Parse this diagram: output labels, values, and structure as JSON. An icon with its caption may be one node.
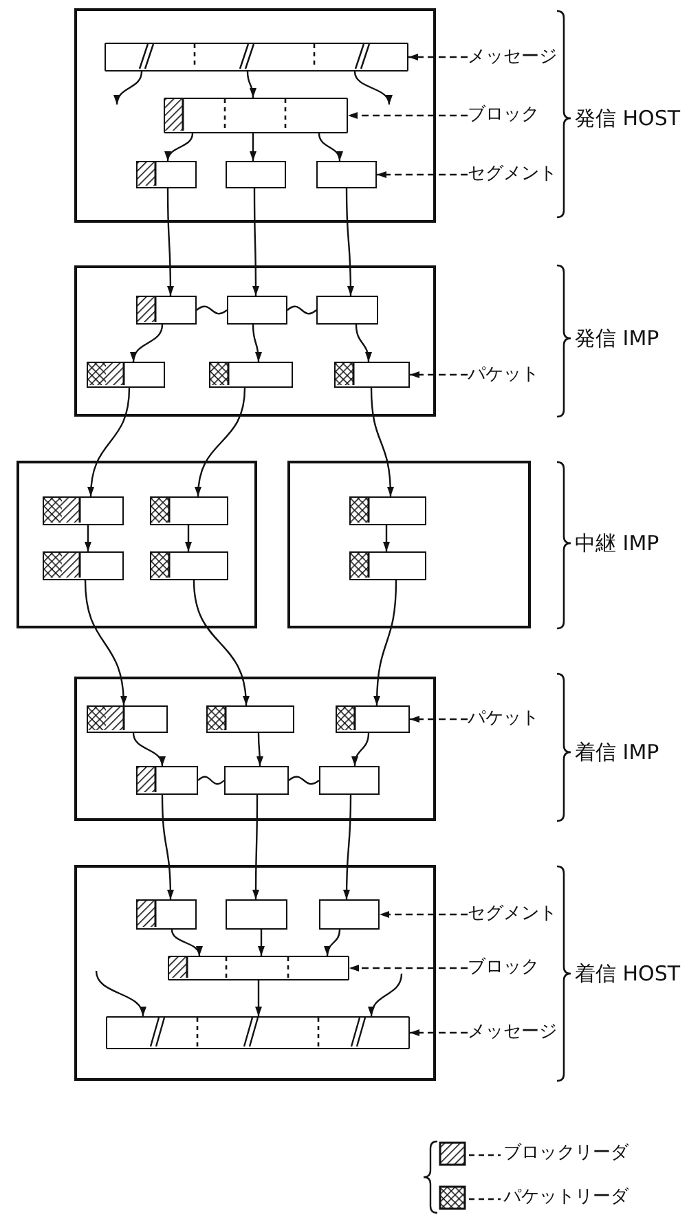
{
  "diagram": {
    "nodes": [
      {
        "text": [],
        "shape": "box"
      },
      {
        "text": [],
        "shape": "bar",
        "in": 0
      },
      {
        "text": [],
        "shape": "bar",
        "in": 0
      },
      {
        "text": [],
        "shape": "box",
        "in": 0
      },
      {
        "text": [],
        "shape": "box",
        "in": 0
      },
      {
        "text": [],
        "shape": "box",
        "in": 0
      },
      {
        "text": [
          "メッセージ"
        ]
      },
      {
        "text": [
          "ブロック"
        ]
      },
      {
        "text": [
          "セグメント"
        ]
      },
      {
        "text": [],
        "shape": "box"
      },
      {
        "text": [],
        "shape": "box",
        "in": 9
      },
      {
        "text": [],
        "shape": "box",
        "in": 9
      },
      {
        "text": [],
        "shape": "box",
        "in": 9
      },
      {
        "text": [],
        "shape": "box",
        "in": 9
      },
      {
        "text": [],
        "shape": "box",
        "in": 9
      },
      {
        "text": [],
        "shape": "box",
        "in": 9
      },
      {
        "text": [
          "パケット"
        ]
      },
      {
        "text": [],
        "shape": "box"
      },
      {
        "text": [],
        "shape": "box"
      },
      {
        "text": [],
        "shape": "box",
        "in": 17
      },
      {
        "text": [],
        "shape": "box",
        "in": 17
      },
      {
        "text": [],
        "shape": "box",
        "in": 18
      },
      {
        "text": [],
        "shape": "box",
        "in": 17
      },
      {
        "text": [],
        "shape": "box",
        "in": 17
      },
      {
        "text": [],
        "shape": "box",
        "in": 18
      },
      {
        "text": [],
        "shape": "box"
      },
      {
        "text": [],
        "shape": "box",
        "in": 25
      },
      {
        "text": [],
        "shape": "box",
        "in": 25
      },
      {
        "text": [],
        "shape": "box",
        "in": 25
      },
      {
        "text": [
          "パケット"
        ]
      },
      {
        "text": [],
        "shape": "box",
        "in": 25
      },
      {
        "text": [],
        "shape": "box",
        "in": 25
      },
      {
        "text": [],
        "shape": "box",
        "in": 25
      },
      {
        "text": [],
        "shape": "box"
      },
      {
        "text": [],
        "shape": "box",
        "in": 33
      },
      {
        "text": [],
        "shape": "box",
        "in": 33
      },
      {
        "text": [],
        "shape": "box",
        "in": 33
      },
      {
        "text": [
          "セグメント"
        ]
      },
      {
        "text": [],
        "shape": "bar",
        "in": 33
      },
      {
        "text": [
          "ブロック"
        ]
      },
      {
        "text": [],
        "shape": "bar",
        "in": 33
      },
      {
        "text": [
          "メッセージ"
        ]
      }
    ],
    "edges": [
      {
        "from": 1,
        "to": null,
        "arrow": "to"
      },
      {
        "from": 1,
        "to": 2,
        "arrow": "to"
      },
      {
        "from": 1,
        "to": null,
        "arrow": "to"
      },
      {
        "from": 2,
        "to": 3,
        "arrow": "to"
      },
      {
        "from": 2,
        "to": 4,
        "arrow": "to"
      },
      {
        "from": 2,
        "to": 5,
        "arrow": "to"
      },
      {
        "from": 3,
        "to": 10,
        "arrow": "to"
      },
      {
        "from": 4,
        "to": 11,
        "arrow": "to"
      },
      {
        "from": 5,
        "to": 12,
        "arrow": "to"
      },
      {
        "from": 10,
        "to": 11,
        "arrow": "none"
      },
      {
        "from": 11,
        "to": 12,
        "arrow": "none"
      },
      {
        "from": 10,
        "to": 13,
        "arrow": "to"
      },
      {
        "from": 11,
        "to": 14,
        "arrow": "to"
      },
      {
        "from": 12,
        "to": 15,
        "arrow": "to"
      },
      {
        "from": 13,
        "to": 19,
        "arrow": "to"
      },
      {
        "from": 14,
        "to": 20,
        "arrow": "to"
      },
      {
        "from": 15,
        "to": 21,
        "arrow": "to"
      },
      {
        "from": 19,
        "to": 22,
        "arrow": "to"
      },
      {
        "from": 20,
        "to": 23,
        "arrow": "to"
      },
      {
        "from": 21,
        "to": 24,
        "arrow": "to"
      },
      {
        "from": 22,
        "to": 26,
        "arrow": "to"
      },
      {
        "from": 23,
        "to": 27,
        "arrow": "to"
      },
      {
        "from": 24,
        "to": 28,
        "arrow": "to"
      },
      {
        "from": 26,
        "to": 30,
        "arrow": "to"
      },
      {
        "from": 27,
        "to": 31,
        "arrow": "to"
      },
      {
        "from": 28,
        "to": 32,
        "arrow": "to"
      },
      {
        "from": 30,
        "to": 31,
        "arrow": "none"
      },
      {
        "from": 31,
        "to": 32,
        "arrow": "none"
      },
      {
        "from": 30,
        "to": 34,
        "arrow": "to"
      },
      {
        "from": 31,
        "to": 35,
        "arrow": "to"
      },
      {
        "from": 32,
        "to": 36,
        "arrow": "to"
      },
      {
        "from": 34,
        "to": 38,
        "arrow": "to"
      },
      {
        "from": 35,
        "to": 38,
        "arrow": "to"
      },
      {
        "from": 36,
        "to": 38,
        "arrow": "to"
      },
      {
        "from": null,
        "to": 40,
        "arrow": "to"
      },
      {
        "from": 38,
        "to": 40,
        "arrow": "to"
      },
      {
        "from": null,
        "to": 40,
        "arrow": "to"
      },
      {
        "from": 6,
        "to": 1,
        "arrow": "to",
        "style": "dashed"
      },
      {
        "from": 7,
        "to": 2,
        "arrow": "to",
        "style": "dashed"
      },
      {
        "from": 8,
        "to": 5,
        "arrow": "to",
        "style": "dashed"
      },
      {
        "from": 16,
        "to": 15,
        "arrow": "to",
        "style": "dashed"
      },
      {
        "from": 29,
        "to": 28,
        "arrow": "to",
        "style": "dashed"
      },
      {
        "from": 37,
        "to": 36,
        "arrow": "to",
        "style": "dashed"
      },
      {
        "from": 39,
        "to": 38,
        "arrow": "to",
        "style": "dashed"
      },
      {
        "from": 41,
        "to": 40,
        "arrow": "to",
        "style": "dashed"
      }
    ],
    "labels": [
      "発信 HOST",
      "発信 IMP",
      "中継 IMP",
      "着信 IMP",
      "着信 HOST"
    ],
    "legend": [
      {
        "text": "ブロックリーダ"
      },
      {
        "text": "パケットリーダ"
      }
    ]
  }
}
